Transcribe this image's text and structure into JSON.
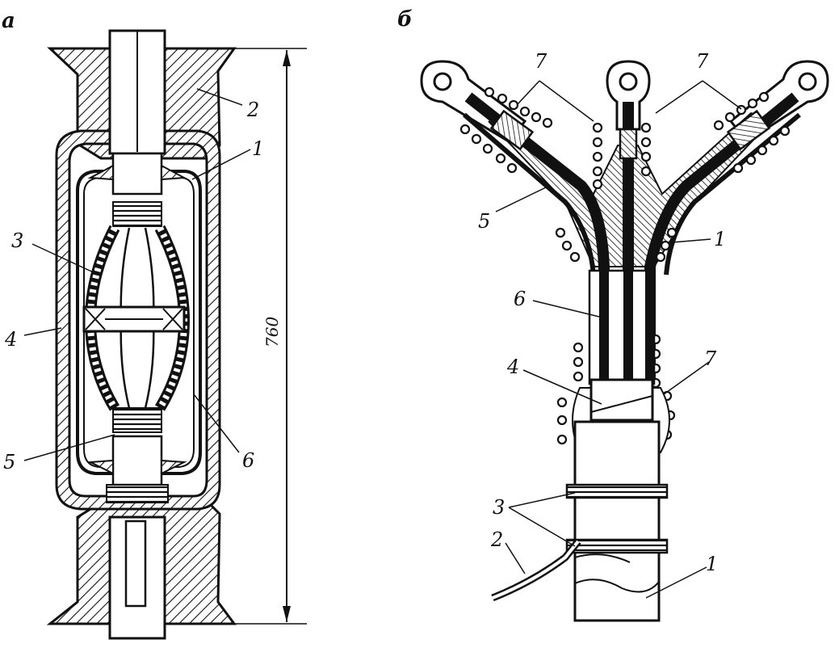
{
  "panel_labels": {
    "a": "а",
    "b": "б"
  },
  "dimension": {
    "value": "760"
  },
  "left_labels": {
    "l1": "1",
    "l2": "2",
    "l3": "3",
    "l4": "4",
    "l5": "5",
    "l6": "6"
  },
  "right_labels": {
    "r7a": "7",
    "r7b": "7",
    "r5": "5",
    "r1a": "1",
    "r6": "6",
    "r4": "4",
    "r7c": "7",
    "r3": "3",
    "r2": "2",
    "r1b": "1"
  },
  "colors": {
    "ink": "#111111",
    "background": "#ffffff"
  }
}
